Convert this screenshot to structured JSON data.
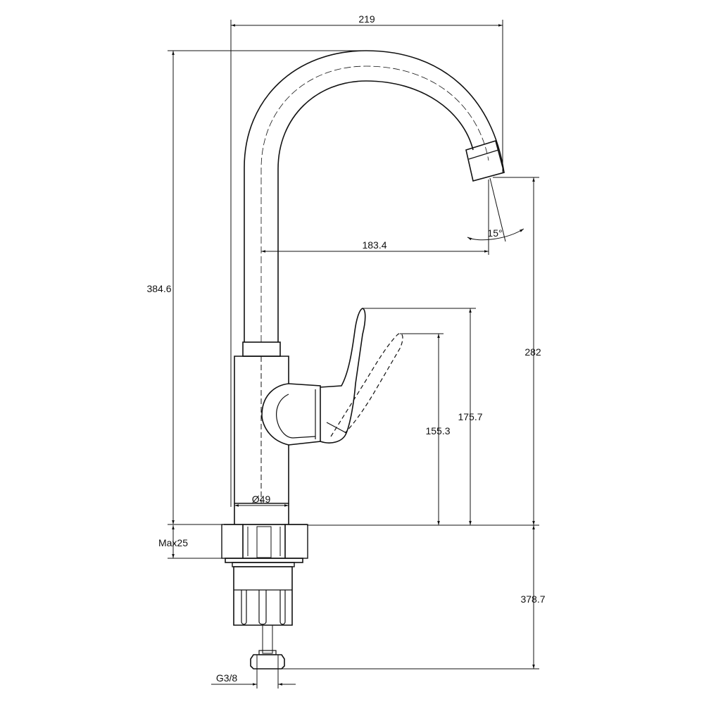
{
  "drawing": {
    "dimensions": {
      "total_width": "219",
      "total_height": "384.6",
      "spout_reach": "183.4",
      "spout_angle": "15°",
      "spout_outlet_height": "282",
      "lever_height_raised": "175.7",
      "lever_height": "155.3",
      "body_diameter": "Ø49",
      "max_countertop": "Max25",
      "hose_length": "378.7",
      "thread": "G3/8"
    }
  }
}
